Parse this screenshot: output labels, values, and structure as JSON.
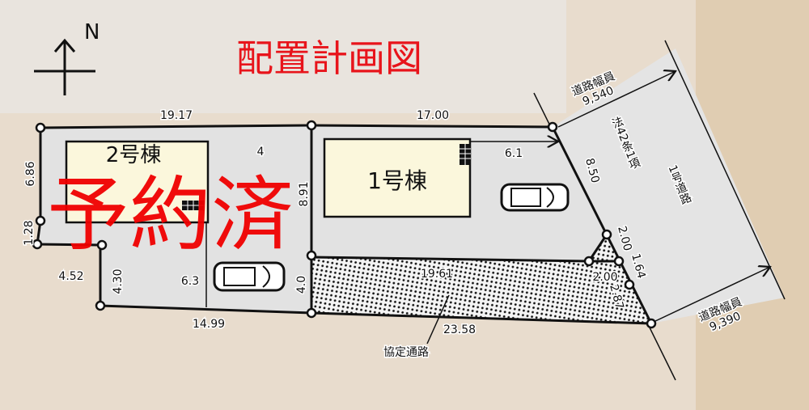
{
  "title": "配置計画図",
  "north_label": "N",
  "reserved_stamp": "予約済",
  "colors": {
    "title": "#e8141b",
    "stamp": "#f00000",
    "building": "#fbf7dc",
    "lot": "#e2e2e2",
    "background": "#e8dccd"
  },
  "buildings": [
    {
      "label": "1号棟"
    },
    {
      "label": "2号棟"
    }
  ],
  "dimensions": {
    "lot2_top": "19.17",
    "lot1_top": "17.00",
    "left_upper": "6.86",
    "left_lower": "1.28",
    "notch_width": "4.52",
    "notch_height": "4.30",
    "lot2_bottom": "14.99",
    "lot2_parking": "6.3",
    "lot2_gap": "4",
    "lot_divider": "8.91",
    "road_entry": "4.0",
    "lot1_parking": "6.1",
    "right_edge": "8.50",
    "corner_a": "2.00",
    "corner_b": "2.00",
    "corner_c": "1.64",
    "corner_d": "2.87",
    "private_road_top": "19.61",
    "private_road_bottom": "23.58"
  },
  "private_road_label": "協定通路",
  "road": {
    "label_line1": "法42条1項",
    "label_line2": "1号道路",
    "width_top_label": "道路幅員",
    "width_top_value": "9,540",
    "width_bottom_label": "道路幅員",
    "width_bottom_value": "9,390"
  },
  "icons": [
    "north-arrow-icon",
    "car-icon",
    "car-icon",
    "stairs-icon",
    "stairs-icon"
  ]
}
